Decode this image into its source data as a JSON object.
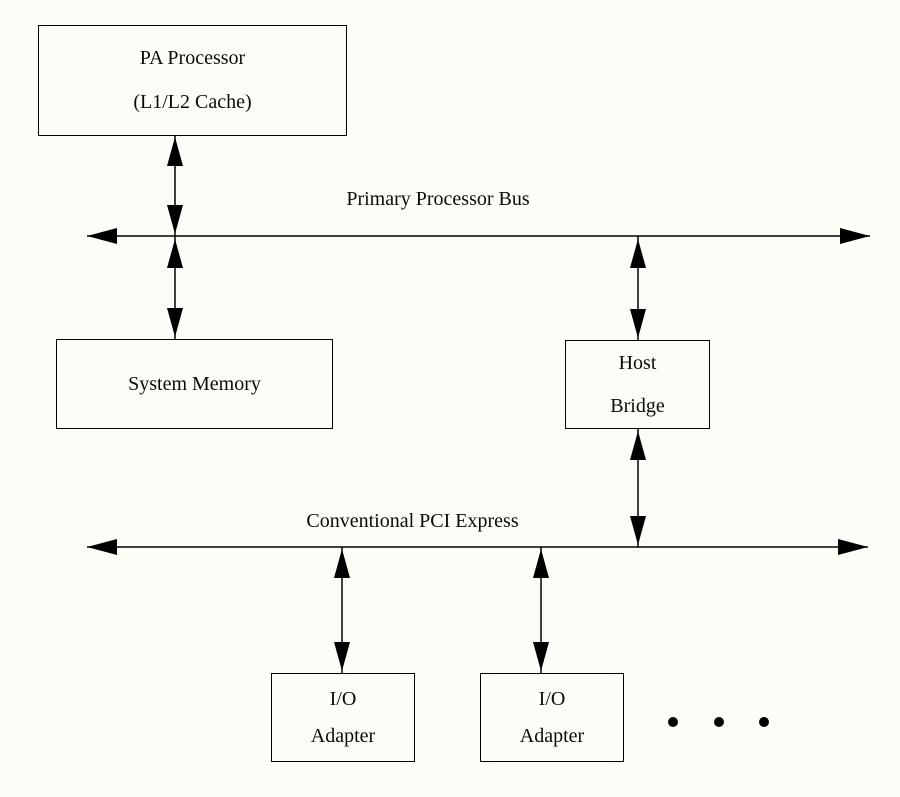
{
  "colors": {
    "line": "#000000",
    "background": "#fdfdf8",
    "text": "#0a0a0a"
  },
  "boxes": {
    "pa_processor": {
      "line1": "PA Processor",
      "line2": "(L1/L2 Cache)"
    },
    "system_memory": {
      "line1": "System Memory"
    },
    "host_bridge": {
      "line1": "Host",
      "line2": "Bridge"
    },
    "io_adapter_1": {
      "line1": "I/O",
      "line2": "Adapter"
    },
    "io_adapter_2": {
      "line1": "I/O",
      "line2": "Adapter"
    }
  },
  "buses": {
    "primary": {
      "label": "Primary Processor Bus"
    },
    "pci_express": {
      "label": "Conventional PCI Express"
    }
  }
}
